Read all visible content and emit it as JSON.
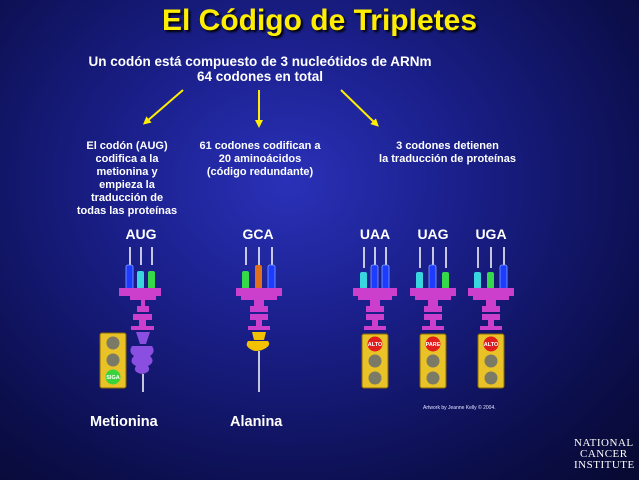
{
  "title": "El Código de Tripletes",
  "subtitle_line1": "Un codón está compuesto de 3 nucleótidos de ARNm",
  "subtitle_line2": "64 codones en total",
  "captions": {
    "start": [
      "El codón (AUG)",
      "codifica a la",
      "metionina y",
      "empieza la",
      "traducción de",
      "todas las proteínas"
    ],
    "coding": [
      "61 codones codifican a",
      "20 aminoácidos",
      "(código redundante)"
    ],
    "stop": [
      "3 codones detienen",
      "la traducción de proteínas"
    ]
  },
  "codons": [
    "AUG",
    "GCA",
    "UAA",
    "UAG",
    "UGA"
  ],
  "amino_acids": [
    "Metionina",
    "Alanina"
  ],
  "traffic_lights": [
    "SIGA",
    "ALTO",
    "PARE",
    "ALTO"
  ],
  "credit": "Artwork by Jeanne Kelly © 2004.",
  "logo": [
    "NATIONAL",
    "CANCER",
    "INSTITUTE"
  ],
  "colors": {
    "title": "#ffee00",
    "trna": "#cc3fcc",
    "methionine_chain": "#8a4fe0",
    "alanine_chain": "#f2c200",
    "traffic_light": "#e8c227",
    "go_light": "#3bd33b",
    "stop_light": "#e01e1e"
  }
}
